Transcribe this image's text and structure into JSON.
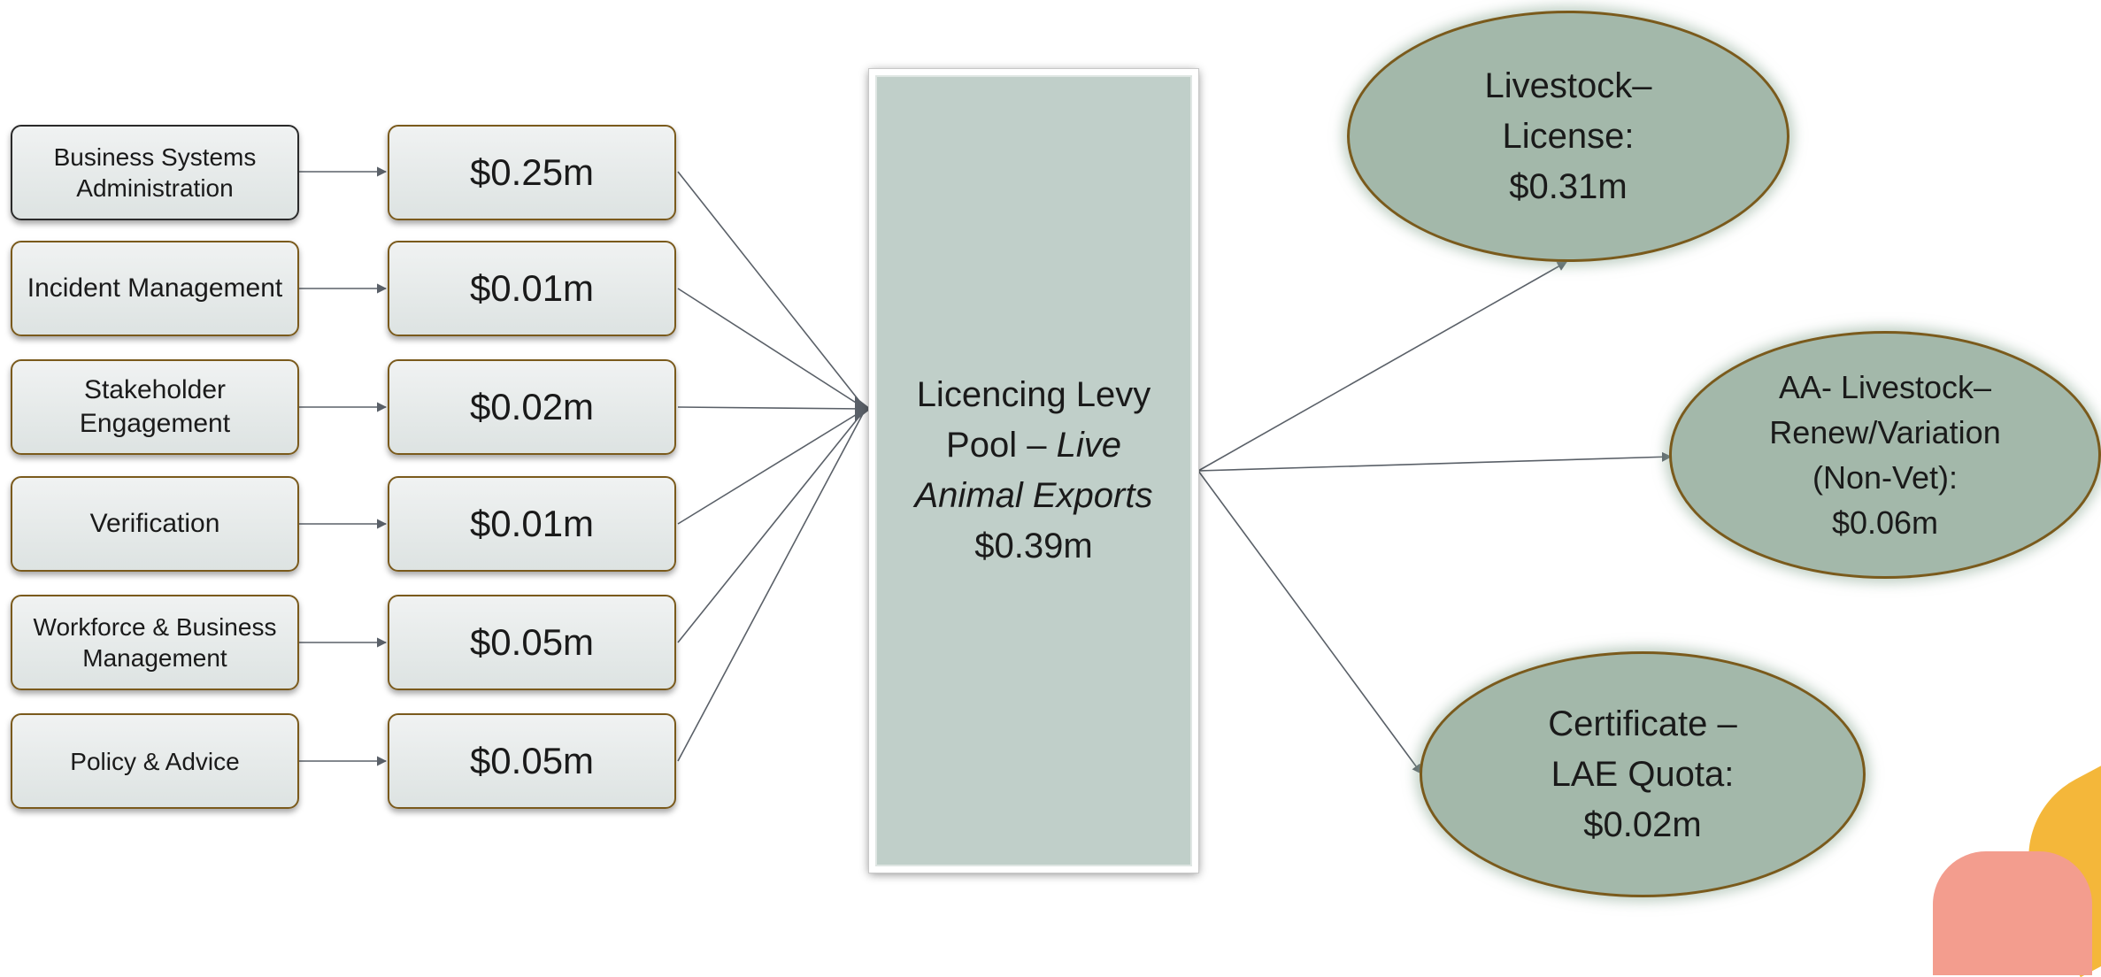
{
  "activities": [
    {
      "label": "Business Systems Administration",
      "cost": "$0.25m"
    },
    {
      "label": "Incident Management",
      "cost": "$0.01m"
    },
    {
      "label": "Stakeholder Engagement",
      "cost": "$0.02m"
    },
    {
      "label": "Verification",
      "cost": "$0.01m"
    },
    {
      "label": "Workforce & Business Management",
      "cost": "$0.05m"
    },
    {
      "label": "Policy & Advice",
      "cost": "$0.05m"
    }
  ],
  "pool": {
    "line1": "Licencing Levy",
    "line2_plain": "Pool –",
    "line2_italic": "Live",
    "line3_italic": "Animal Exports",
    "amount": "$0.39m"
  },
  "outputs": [
    {
      "lines": [
        "Livestock–",
        "License:",
        "$0.31m"
      ]
    },
    {
      "lines": [
        "AA- Livestock–",
        "Renew/Variation",
        "(Non-Vet):",
        "$0.06m"
      ]
    },
    {
      "lines": [
        "Certificate –",
        "LAE Quota:",
        "$0.02m"
      ]
    }
  ],
  "colors": {
    "box_border": "#7a5a1c",
    "box_fill": "#e6eaea",
    "pool_fill": "#c0cfc9",
    "ellipse_fill": "#a3b8aa",
    "connector": "#5a6068",
    "accent_orange": "#f4b73a",
    "accent_salmon": "#f39d8e"
  }
}
